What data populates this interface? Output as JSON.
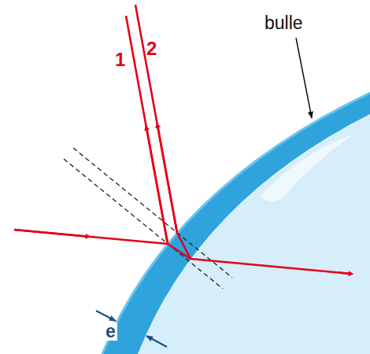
{
  "diagram": {
    "labels": [
      "1",
      "2",
      "bulle",
      "e"
    ]
  }
}
